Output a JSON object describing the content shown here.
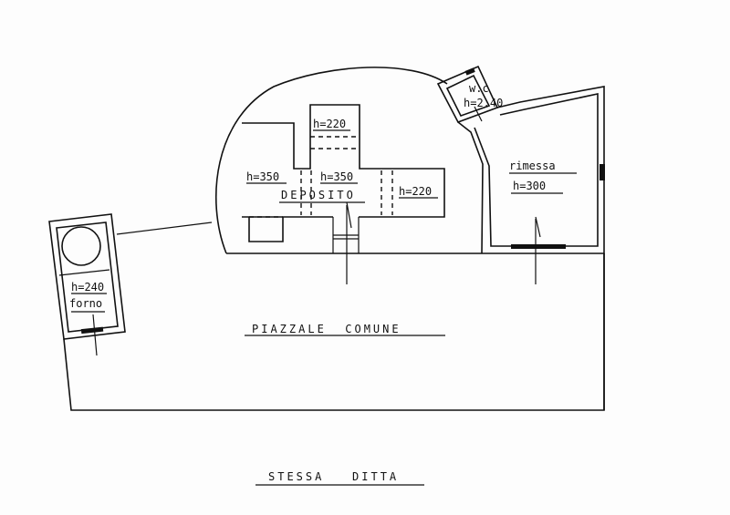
{
  "rooms": {
    "deposito": {
      "name": "DEPOSITO",
      "heights": [
        "h=350",
        "h=350",
        "h=220",
        "h=220"
      ]
    },
    "wc": {
      "name": "w.c",
      "height": "h=2.40"
    },
    "rimessa": {
      "name": "rimessa",
      "height": "h=300"
    },
    "forno": {
      "name": "forno",
      "height": "h=240"
    }
  },
  "areas": {
    "piazzale": "PIAZZALE  COMUNE",
    "stessa_ditta": "STESSA   DITTA"
  }
}
